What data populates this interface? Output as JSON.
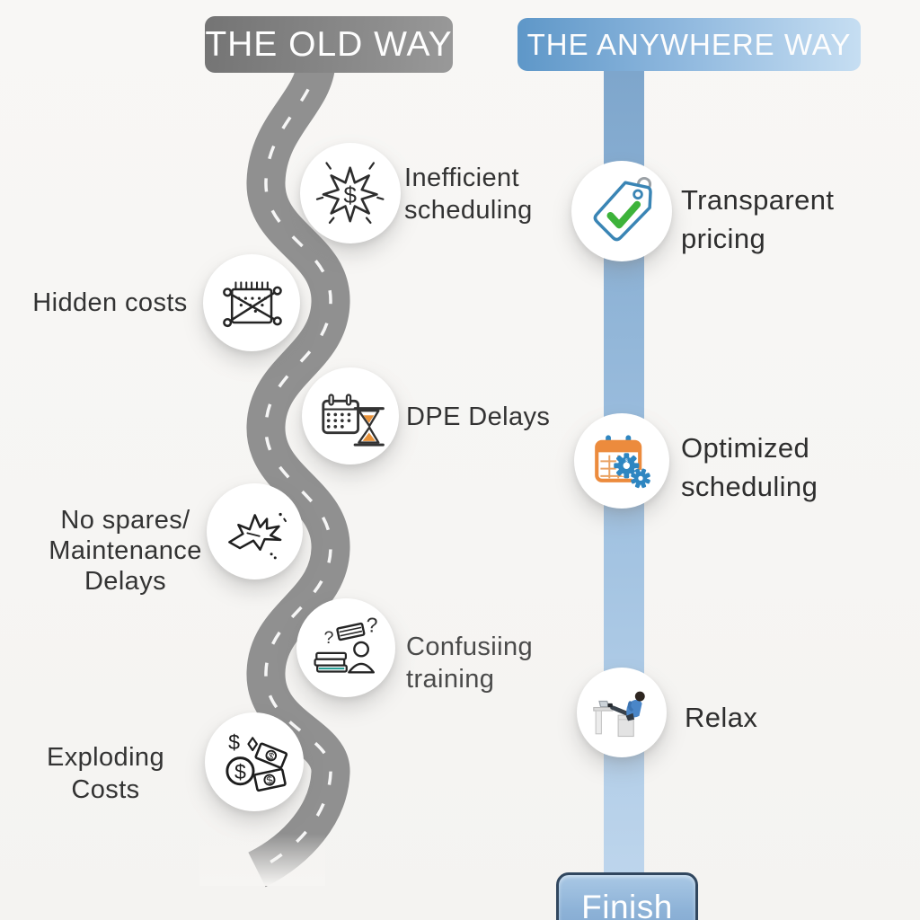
{
  "old_way": {
    "title": "THE OLD WAY",
    "items": [
      {
        "icon": "burst-dollar-icon",
        "side": "right",
        "label_lines": [
          "Inefficient",
          "scheduling"
        ]
      },
      {
        "icon": "crossed-calendar-icon",
        "side": "left",
        "label_lines": [
          "Hidden costs"
        ]
      },
      {
        "icon": "calendar-hourglass-icon",
        "side": "right",
        "label_lines": [
          "DPE Delays"
        ]
      },
      {
        "icon": "broken-airplane-icon",
        "side": "left",
        "label_lines": [
          "No spares/",
          "Maintenance",
          "Delays"
        ]
      },
      {
        "icon": "books-question-person-icon",
        "side": "right",
        "label_lines": [
          "Confusiing",
          "training"
        ]
      },
      {
        "icon": "money-bills-icon",
        "side": "left",
        "label_lines": [
          "Exploding Costs"
        ]
      }
    ]
  },
  "anywhere_way": {
    "title": "THE ANYWHERE WAY",
    "items": [
      {
        "icon": "price-tag-check-icon",
        "label_lines": [
          "Transparent",
          "pricing"
        ]
      },
      {
        "icon": "calendar-gears-icon",
        "label_lines": [
          "Optimized",
          "scheduling"
        ]
      },
      {
        "icon": "relax-desk-icon",
        "label_lines": [
          "Relax"
        ]
      }
    ],
    "finish_label": "Finish"
  },
  "colors": {
    "old_sign_gray": "#7f7f7f",
    "road_gray": "#909090",
    "anywhere_sign_blue_left": "#5e97c8",
    "anywhere_sign_blue_right": "#c6def2",
    "bar_blue_top": "#7ea6cc",
    "bar_blue_bottom": "#bdd5ec",
    "finish_border_navy": "#31475f",
    "check_green": "#3db33a",
    "tag_blue": "#3a85b5",
    "calendar_orange": "#ec8b3d",
    "gear_blue": "#2e86c1",
    "sand_orange": "#e8923a",
    "label_text": "#333333"
  }
}
